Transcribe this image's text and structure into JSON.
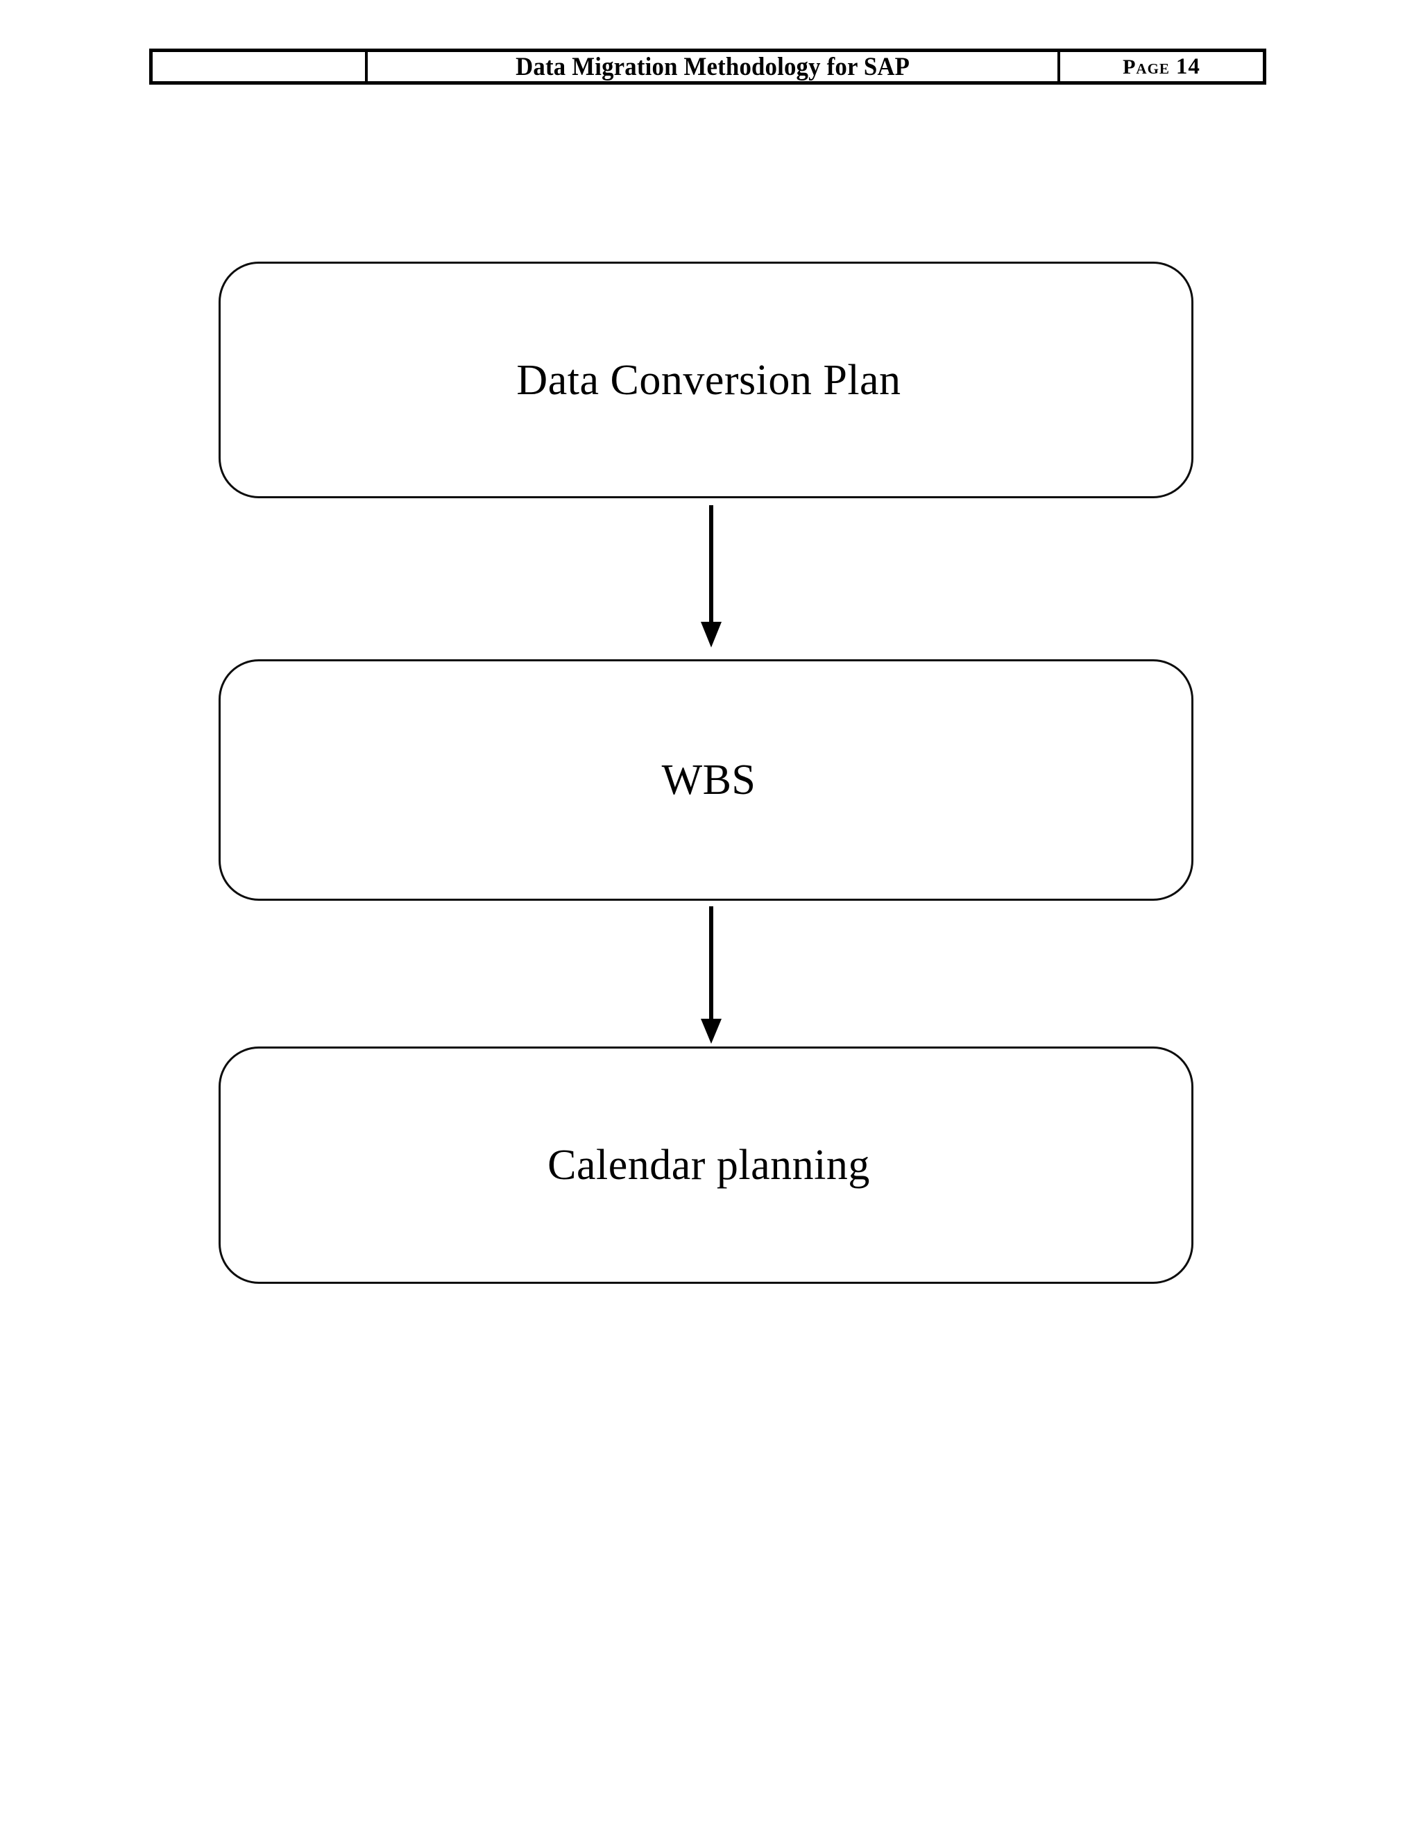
{
  "document": {
    "page_background": "#ffffff",
    "ink_color": "#000000"
  },
  "header": {
    "left_cell": "",
    "title": "Data Migration Methodology for SAP",
    "page_label": "Page",
    "page_number": "14"
  },
  "diagram": {
    "type": "flowchart",
    "orientation": "vertical",
    "node_shape": "rounded-rectangle",
    "nodes": [
      {
        "id": "data-conversion-plan",
        "label": "Data Conversion Plan"
      },
      {
        "id": "wbs",
        "label": "WBS"
      },
      {
        "id": "calendar-planning",
        "label": "Calendar planning"
      }
    ],
    "edges": [
      {
        "id": "edge-0",
        "from": "data-conversion-plan",
        "to": "wbs",
        "style": "solid-arrow-down"
      },
      {
        "id": "edge-1",
        "from": "wbs",
        "to": "calendar-planning",
        "style": "solid-arrow-down"
      }
    ]
  }
}
